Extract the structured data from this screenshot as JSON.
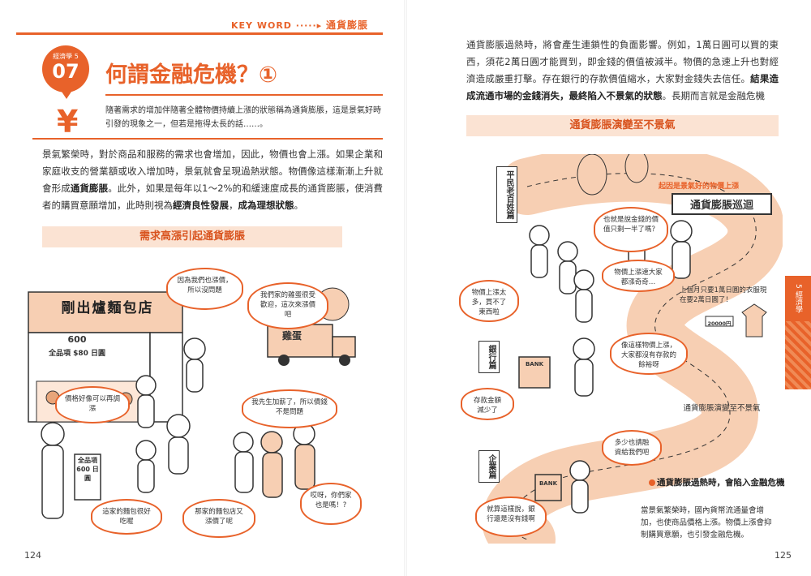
{
  "header": {
    "keyword": "KEY WORD",
    "arrow": "·····▸",
    "topic": "通貨膨脹"
  },
  "left": {
    "badge": {
      "label": "經濟學 5",
      "number": "07"
    },
    "yen": "¥",
    "title": "何謂金融危機？①",
    "lead": "隨著需求的增加伴隨著全體物價持續上漲的狀態稱為通貨膨脹，這是景氣好時引發的現象之一，但若是拖得太長的話……。",
    "body_1": "景氣繁榮時，對於商品和服務的需求也會增加，因此，物價也會上漲。如果企業和家庭收支的營業額或收入增加時，景氣就會呈現過熱狀態。物價像這樣漸漸上升就會形成",
    "body_b1": "通貨膨脹",
    "body_2": "。此外，如果是每年以1～2%的和緩速度成長的通貨膨脹，使消費者的購買意願增加，此時則視為",
    "body_b2": "經濟良性發展",
    "body_3": "，",
    "body_b3": "成為理想狀態",
    "body_4": "。",
    "subhead": "需求高漲引起通貨膨脹",
    "shop_sign": "剛出爐麵包店",
    "price_old": "600",
    "price_new": "全品項 $80 日圓",
    "truck_label": "雞蛋",
    "baker_sign": "全品項 600 日圓",
    "bubbles": [
      "因為我們也漲價，所以沒問題",
      "我們家的雞蛋很受歡迎，這次來漲價吧",
      "價格好像可以再調漲",
      "我先生加薪了，所以價錢不是問題",
      "這家的麵包很好吃喔",
      "那家的麵包店又漲價了呢",
      "哎呀，你們家也是嗎！?"
    ],
    "page_number": "124"
  },
  "right": {
    "body_1": "通貨膨脹過熱時，將會產生連鎖性的負面影響。例如，1萬日圓可以買的東西，須花2萬日圓才能買到，即金錢的價值被減半。物價的急速上升也對經濟造成嚴重打擊。存在銀行的存款價值縮水，大家對金錢失去信任。",
    "body_b1": "結果造成流通市場的金錢消失，最終陷入不景氣的狀態",
    "body_2": "。長期而言就是金融危機",
    "subhead": "通貨膨脹演變至不景氣",
    "signs": {
      "citizens": "平民老百姓篇",
      "bank": "銀行篇",
      "company": "企業篇",
      "tour": "通貨膨脹巡迴"
    },
    "tour_caption": "起因是景氣好的物價上漲",
    "bubbles": [
      "也就是說金錢的價值只剩一半了嗎？",
      "物價上漲速大家都漲奇奇…",
      "物價上漲太多，買不了東西啦",
      "存款金額減少了",
      "像這樣物價上漲，大家都沒有存款的餘裕呀",
      "多少也請融資給我們吧",
      "就算這樣說，銀行還是沒有錢啊"
    ],
    "price_note": "上個月只要1萬日圓的衣服現在要2萬日圓了！",
    "price_tag": "20000円",
    "path_label": "通貨膨脹演變至不景氣",
    "bank_label": "BANK",
    "side_tab": "5 經濟學",
    "note_title": "通貨膨脹過熱時，會陷入金融危機",
    "note_body": "當景氣繁榮時，國內貨幣流通量會增加，也使商品價格上漲。物價上漲會抑制購買意願，也引發金融危機。",
    "page_number": "125"
  },
  "colors": {
    "accent": "#e8622a",
    "subhead_bg": "#fbe3d3",
    "illus_fill": "#f7cfb3"
  }
}
